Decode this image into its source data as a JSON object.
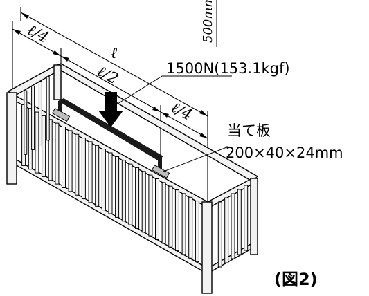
{
  "figure": {
    "side_dimension_label": "500mm",
    "dimensions": {
      "quarter_left": "ℓ/4",
      "full_span": "ℓ",
      "half_span": "ℓ/2",
      "quarter_right": "ℓ/4"
    },
    "load_label": "1500N(153.1kgf)",
    "plate_label_line1": "当て板",
    "plate_label_line2": "200×40×24mm",
    "figure_caption": "(図2)"
  },
  "colors": {
    "line": "#000000",
    "load_bar": "#1a1a1a",
    "frame_fill": "#f2f2f2",
    "plate_fill": "#bdbdbd"
  },
  "icons": {
    "load": "down-arrow-icon"
  }
}
